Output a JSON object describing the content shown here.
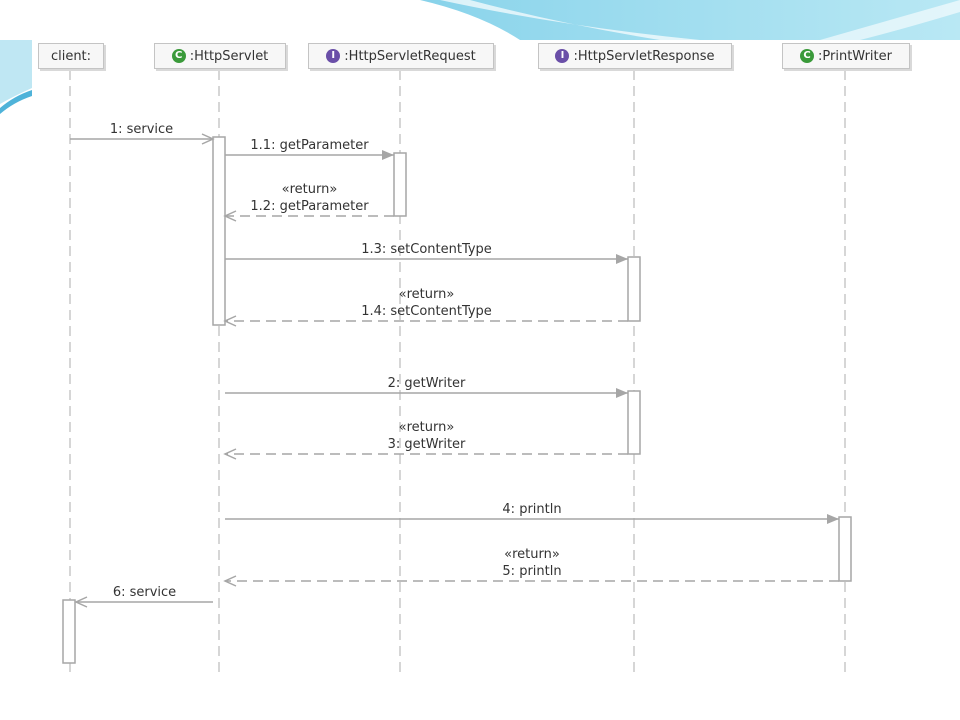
{
  "lifelines": [
    {
      "id": "client",
      "label": "client:",
      "icon": "none"
    },
    {
      "id": "servlet",
      "label": ":HttpServlet",
      "icon": "class-icon"
    },
    {
      "id": "request",
      "label": ":HttpServletRequest",
      "icon": "interface-icon"
    },
    {
      "id": "response",
      "label": ":HttpServletResponse",
      "icon": "interface-icon"
    },
    {
      "id": "writer",
      "label": ":PrintWriter",
      "icon": "class-icon"
    }
  ],
  "icon_glyphs": {
    "class-icon": "C",
    "interface-icon": "I"
  },
  "icon_colors": {
    "class-icon": "#3a9a3a",
    "interface-icon": "#6a4fa8"
  },
  "messages": [
    {
      "from": "client",
      "to": "servlet",
      "kind": "call",
      "stereotype": "",
      "label": "1: service"
    },
    {
      "from": "servlet",
      "to": "request",
      "kind": "call",
      "stereotype": "",
      "label": "1.1: getParameter"
    },
    {
      "from": "request",
      "to": "servlet",
      "kind": "return",
      "stereotype": "«return»",
      "label": "1.2: getParameter"
    },
    {
      "from": "servlet",
      "to": "response",
      "kind": "call",
      "stereotype": "",
      "label": "1.3: setContentType"
    },
    {
      "from": "response",
      "to": "servlet",
      "kind": "return",
      "stereotype": "«return»",
      "label": "1.4: setContentType"
    },
    {
      "from": "servlet",
      "to": "response",
      "kind": "call",
      "stereotype": "",
      "label": "2: getWriter"
    },
    {
      "from": "response",
      "to": "servlet",
      "kind": "return",
      "stereotype": "«return»",
      "label": "3: getWriter"
    },
    {
      "from": "servlet",
      "to": "writer",
      "kind": "call",
      "stereotype": "",
      "label": "4: println"
    },
    {
      "from": "writer",
      "to": "servlet",
      "kind": "return",
      "stereotype": "«return»",
      "label": "5: println"
    },
    {
      "from": "servlet",
      "to": "client",
      "kind": "call",
      "stereotype": "",
      "label": "6: service"
    }
  ],
  "colors": {
    "line": "#a6a6a6",
    "lifeline": "#c8c8c8",
    "bg_accent": "#5bc0de"
  }
}
